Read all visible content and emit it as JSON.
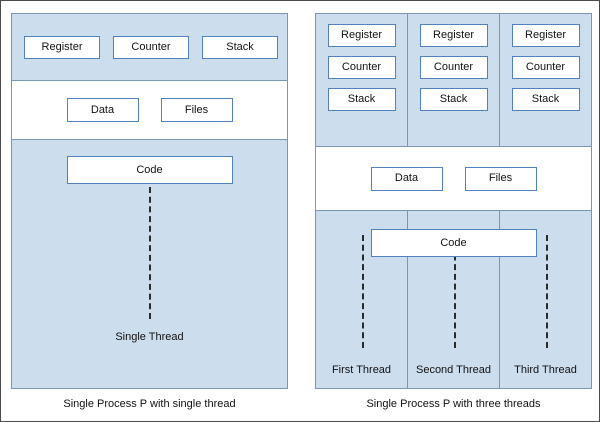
{
  "colors": {
    "panel_fill": "#ccddee",
    "panel_border": "#7796b8",
    "box_border": "#4f81bd",
    "dash_color": "#2a2a2a",
    "outer_border": "#4a4a4a"
  },
  "left_panel": {
    "cpu_boxes": [
      "Register",
      "Counter",
      "Stack"
    ],
    "resource_boxes": [
      "Data",
      "Files"
    ],
    "code": "Code",
    "thread": "Single Thread",
    "caption": "Single Process P with single thread"
  },
  "right_panel": {
    "columns": [
      {
        "boxes": [
          "Register",
          "Counter",
          "Stack"
        ],
        "thread": "First Thread"
      },
      {
        "boxes": [
          "Register",
          "Counter",
          "Stack"
        ],
        "thread": "Second Thread"
      },
      {
        "boxes": [
          "Register",
          "Counter",
          "Stack"
        ],
        "thread": "Third Thread"
      }
    ],
    "resource_boxes": [
      "Data",
      "Files"
    ],
    "code": "Code",
    "caption": "Single Process P with three threads"
  }
}
